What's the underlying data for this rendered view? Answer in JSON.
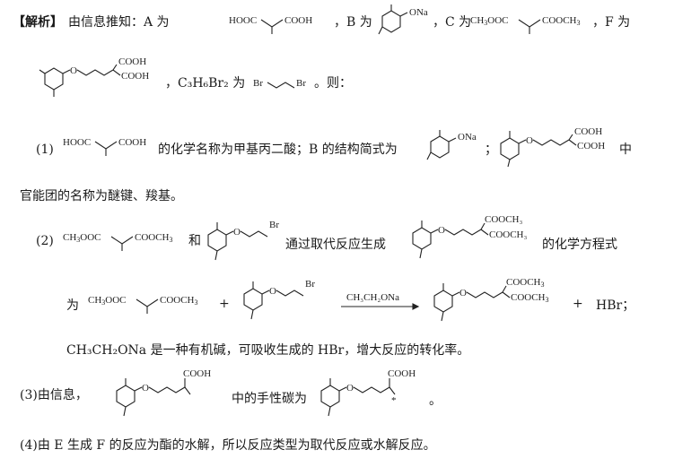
{
  "header": {
    "tag": "【解析】",
    "intro": "由信息推知：A 为",
    "a_formula": "HOOC⋏COOH",
    "b_prefix": "，B 为",
    "b_group": "ONa",
    "c_prefix": "，C 为",
    "c_formula": "CH₃OOC⋏COOCH₃",
    "f_prefix": "，F 为"
  },
  "line2": {
    "f_group_top": "COOH",
    "f_group_bottom": "COOH",
    "reagent_label": "，C₃H₆Br₂ 为",
    "br_left": "Br",
    "br_right": "Br",
    "tail": "。则："
  },
  "part1": {
    "num": "(1)",
    "text_a": "的化学名称为甲基丙二酸；B 的结构简式为",
    "b_group": "ONa",
    "sep": "；",
    "f_top": "COOH",
    "f_bottom": "COOH",
    "text_b": "中",
    "text_c": "官能团的名称为醚键、羧基。"
  },
  "part2": {
    "num": "(2)",
    "left_formula": "CH₃OOC⋏COOCH₃",
    "and": "和",
    "br": "Br",
    "text_a": "通过取代反应生成",
    "prod_top": "COOCH₃",
    "prod_bottom": "COOCH₃",
    "text_b": "的化学方程式",
    "eq_prefix": "为",
    "plus1": "+",
    "reagent": "CH₃CH₂ONa",
    "plus2": "+",
    "hbr": "HBr；",
    "note": "CH₃CH₂ONa 是一种有机碱，可吸收生成的 HBr，增大反应的转化率。"
  },
  "part3": {
    "num": "(3)由信息，",
    "cooh": "COOH",
    "text_a": "中的手性碳为",
    "star": "*",
    "end": "。"
  },
  "part4": {
    "text": "(4)由 E 生成 F 的反应为酯的水解，所以反应类型为取代反应或水解反应。"
  }
}
